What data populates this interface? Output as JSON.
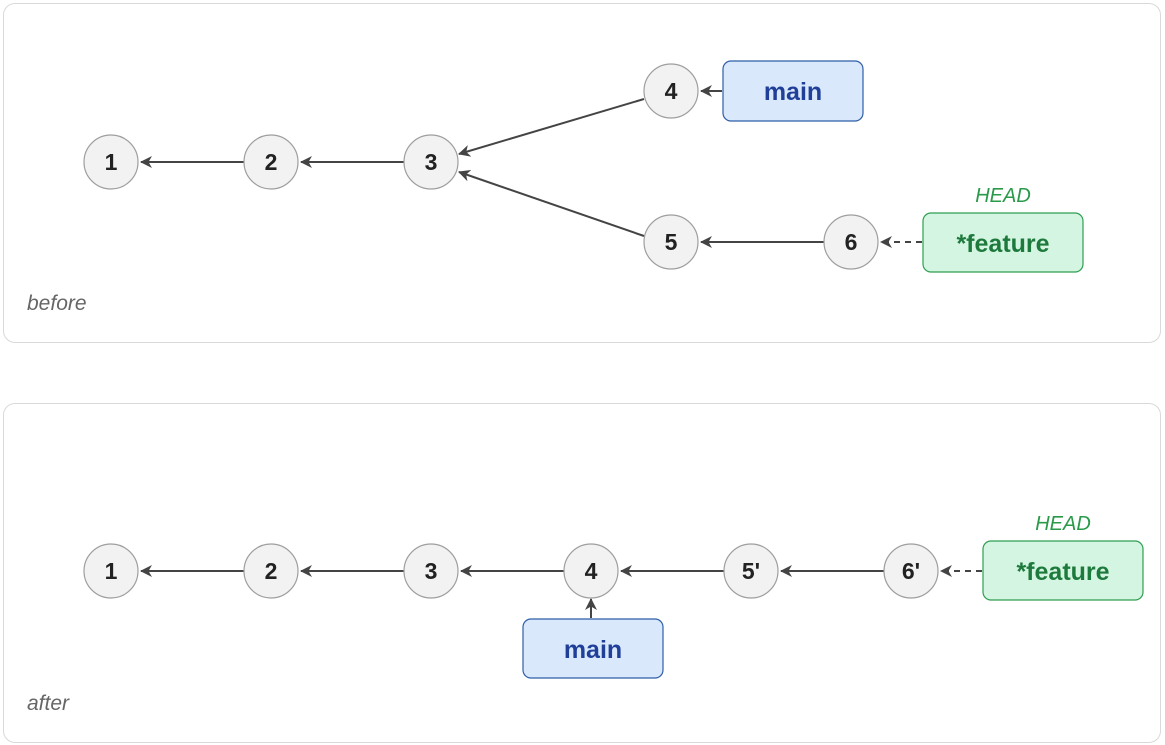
{
  "before": {
    "caption": "before",
    "commits": [
      "1",
      "2",
      "3",
      "4",
      "5",
      "6"
    ],
    "main_label": "main",
    "feature_label": "*feature",
    "head_label": "HEAD"
  },
  "after": {
    "caption": "after",
    "commits": [
      "1",
      "2",
      "3",
      "4",
      "5'",
      "6'"
    ],
    "main_label": "main",
    "feature_label": "*feature",
    "head_label": "HEAD"
  },
  "colors": {
    "main_fill": "#dae8fc",
    "main_text": "#1f3f99",
    "feature_fill": "#d5f5e3",
    "feature_text": "#1e7a3c",
    "head_text": "#2a9a4a"
  }
}
